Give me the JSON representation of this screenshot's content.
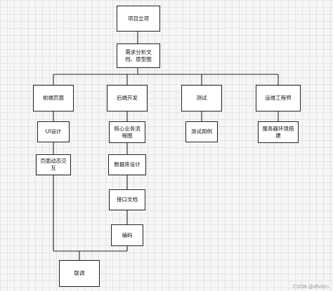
{
  "nodes": {
    "project": "项目立项",
    "requirements": "需求分析文档、原型图",
    "frontend": "前端页面",
    "backend": "后端开发",
    "testing": "测试",
    "ops": "运维工程师",
    "ui_design": "UI设计",
    "core_flow": "核心业务流程图",
    "test_cases": "测试用例",
    "server_env": "服务器环境搭建",
    "page_interaction": "页面动态交互",
    "db_design": "数据库设计",
    "api_docs": "接口文档",
    "coding": "编码",
    "integration": "联调"
  },
  "watermark": "CSDN @dhden"
}
